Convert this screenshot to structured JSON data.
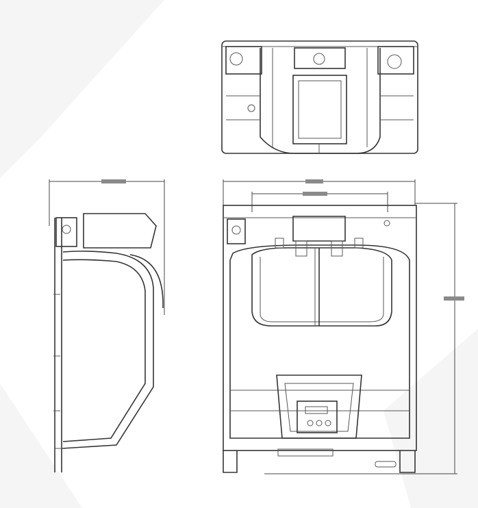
{
  "drawing": {
    "views": [
      "top-view",
      "side-view",
      "front-view"
    ],
    "line_color": "#333333",
    "background_color": "#ffffff",
    "watermark_color": "#f4f4f4"
  }
}
